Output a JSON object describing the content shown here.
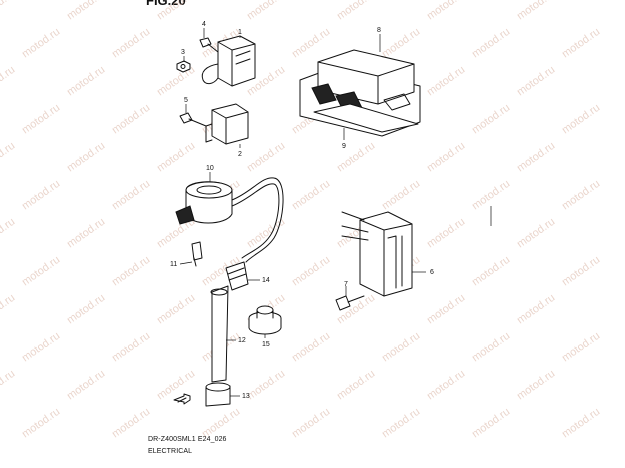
{
  "figure": {
    "title": "FIG.20"
  },
  "watermark": {
    "text": "motod.ru"
  },
  "callouts": {
    "c1": "1",
    "c2": "2",
    "c3": "3",
    "c4": "4",
    "c5": "5",
    "c6": "6",
    "c7": "7",
    "c8": "8",
    "c9": "9",
    "c10": "10",
    "c11": "11",
    "c12": "12",
    "c13": "13",
    "c14": "14",
    "c15": "15"
  },
  "footer": {
    "model_code": "DR-Z400SML1 E24_026",
    "section": "ELECTRICAL"
  },
  "icons": {
    "front_arrow": "front-direction-arrow-icon"
  }
}
